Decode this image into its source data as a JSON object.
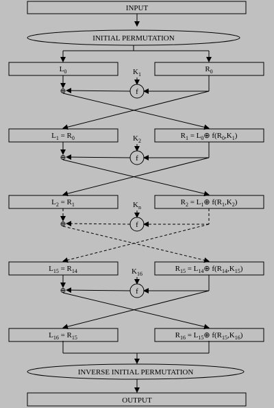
{
  "input": "INPUT",
  "initial_permutation": "INITIAL PERMUTATION",
  "inverse_permutation": "INVERSE INITIAL PERMUTATION",
  "output": "OUTPUT",
  "f": "f",
  "xor": "⊕",
  "rounds": [
    {
      "left": [
        [
          "L",
          ""
        ],
        [
          "0",
          "sub"
        ]
      ],
      "right": [
        [
          "R",
          ""
        ],
        [
          "0",
          "sub"
        ]
      ],
      "key": [
        [
          "K",
          ""
        ],
        [
          "1",
          "sub"
        ]
      ]
    },
    {
      "left": [
        [
          "L",
          ""
        ],
        [
          "1",
          "sub"
        ],
        [
          " = R",
          ""
        ],
        [
          "0",
          "sub"
        ]
      ],
      "right": [
        [
          "R",
          ""
        ],
        [
          "1",
          "sub"
        ],
        [
          " = L",
          ""
        ],
        [
          "0",
          "sub"
        ],
        [
          "⊕",
          "sym"
        ],
        [
          " f(R",
          ""
        ],
        [
          "0",
          "sub"
        ],
        [
          ",K",
          ""
        ],
        [
          "1",
          "sub"
        ],
        [
          ")",
          ""
        ]
      ],
      "key": [
        [
          "K",
          ""
        ],
        [
          "2",
          "sub"
        ]
      ]
    },
    {
      "left": [
        [
          "L",
          ""
        ],
        [
          "2",
          "sub"
        ],
        [
          " = R",
          ""
        ],
        [
          "1",
          "sub"
        ]
      ],
      "right": [
        [
          "R",
          ""
        ],
        [
          "2",
          "sub"
        ],
        [
          " = L",
          ""
        ],
        [
          "1",
          "sub"
        ],
        [
          "⊕",
          "sym"
        ],
        [
          " f(R",
          ""
        ],
        [
          "1",
          "sub"
        ],
        [
          ",K",
          ""
        ],
        [
          "2",
          "sub"
        ],
        [
          ")",
          ""
        ]
      ],
      "key": [
        [
          "K",
          ""
        ],
        [
          "n",
          "sub"
        ]
      ]
    },
    {
      "left": [
        [
          "L",
          ""
        ],
        [
          "15",
          "sub"
        ],
        [
          " = R",
          ""
        ],
        [
          "14",
          "sub"
        ]
      ],
      "right": [
        [
          "R",
          ""
        ],
        [
          "15",
          "sub"
        ],
        [
          " = L",
          ""
        ],
        [
          "14",
          "sub"
        ],
        [
          "⊕",
          "sym"
        ],
        [
          " f(R",
          ""
        ],
        [
          "14",
          "sub"
        ],
        [
          ",K",
          ""
        ],
        [
          "15",
          "sub"
        ],
        [
          ")",
          ""
        ]
      ],
      "key": [
        [
          "K",
          ""
        ],
        [
          "16",
          "sub"
        ]
      ]
    },
    {
      "left": [
        [
          "L",
          ""
        ],
        [
          "16",
          "sub"
        ],
        [
          " = R",
          ""
        ],
        [
          "15",
          "sub"
        ]
      ],
      "right": [
        [
          "R",
          ""
        ],
        [
          "16",
          "sub"
        ],
        [
          " = L",
          ""
        ],
        [
          "15",
          "sub"
        ],
        [
          "⊕",
          "sym"
        ],
        [
          " f(R",
          ""
        ],
        [
          "15",
          "sub"
        ],
        [
          ",K",
          ""
        ],
        [
          "16",
          "sub"
        ],
        [
          ")",
          ""
        ]
      ]
    }
  ]
}
